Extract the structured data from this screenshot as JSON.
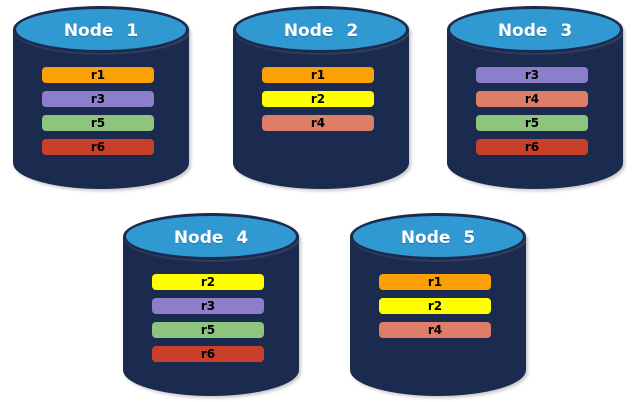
{
  "diagram": {
    "background": "#ffffff",
    "description": "Five database nodes with replicated partitions"
  },
  "colors": {
    "cylinder_body": "#1B2A4F",
    "cylinder_top": "#3199D2",
    "title_text": "#ffffff",
    "bar_text": "#000000",
    "replica_colors": {
      "r1": "#FCA008",
      "r2": "#FFFF00",
      "r3": "#8C7EC8",
      "r4": "#DC7E68",
      "r5": "#8EC57E",
      "r6": "#C8402A"
    }
  },
  "nodes": [
    {
      "id": "node-1",
      "title": "Node 1",
      "replicas": [
        "r1",
        "r3",
        "r5",
        "r6"
      ]
    },
    {
      "id": "node-2",
      "title": "Node 2",
      "replicas": [
        "r1",
        "r2",
        "r4"
      ]
    },
    {
      "id": "node-3",
      "title": "Node 3",
      "replicas": [
        "r3",
        "r4",
        "r5",
        "r6"
      ]
    },
    {
      "id": "node-4",
      "title": "Node 4",
      "replicas": [
        "r2",
        "r3",
        "r5",
        "r6"
      ]
    },
    {
      "id": "node-5",
      "title": "Node 5",
      "replicas": [
        "r1",
        "r2",
        "r4"
      ]
    }
  ]
}
